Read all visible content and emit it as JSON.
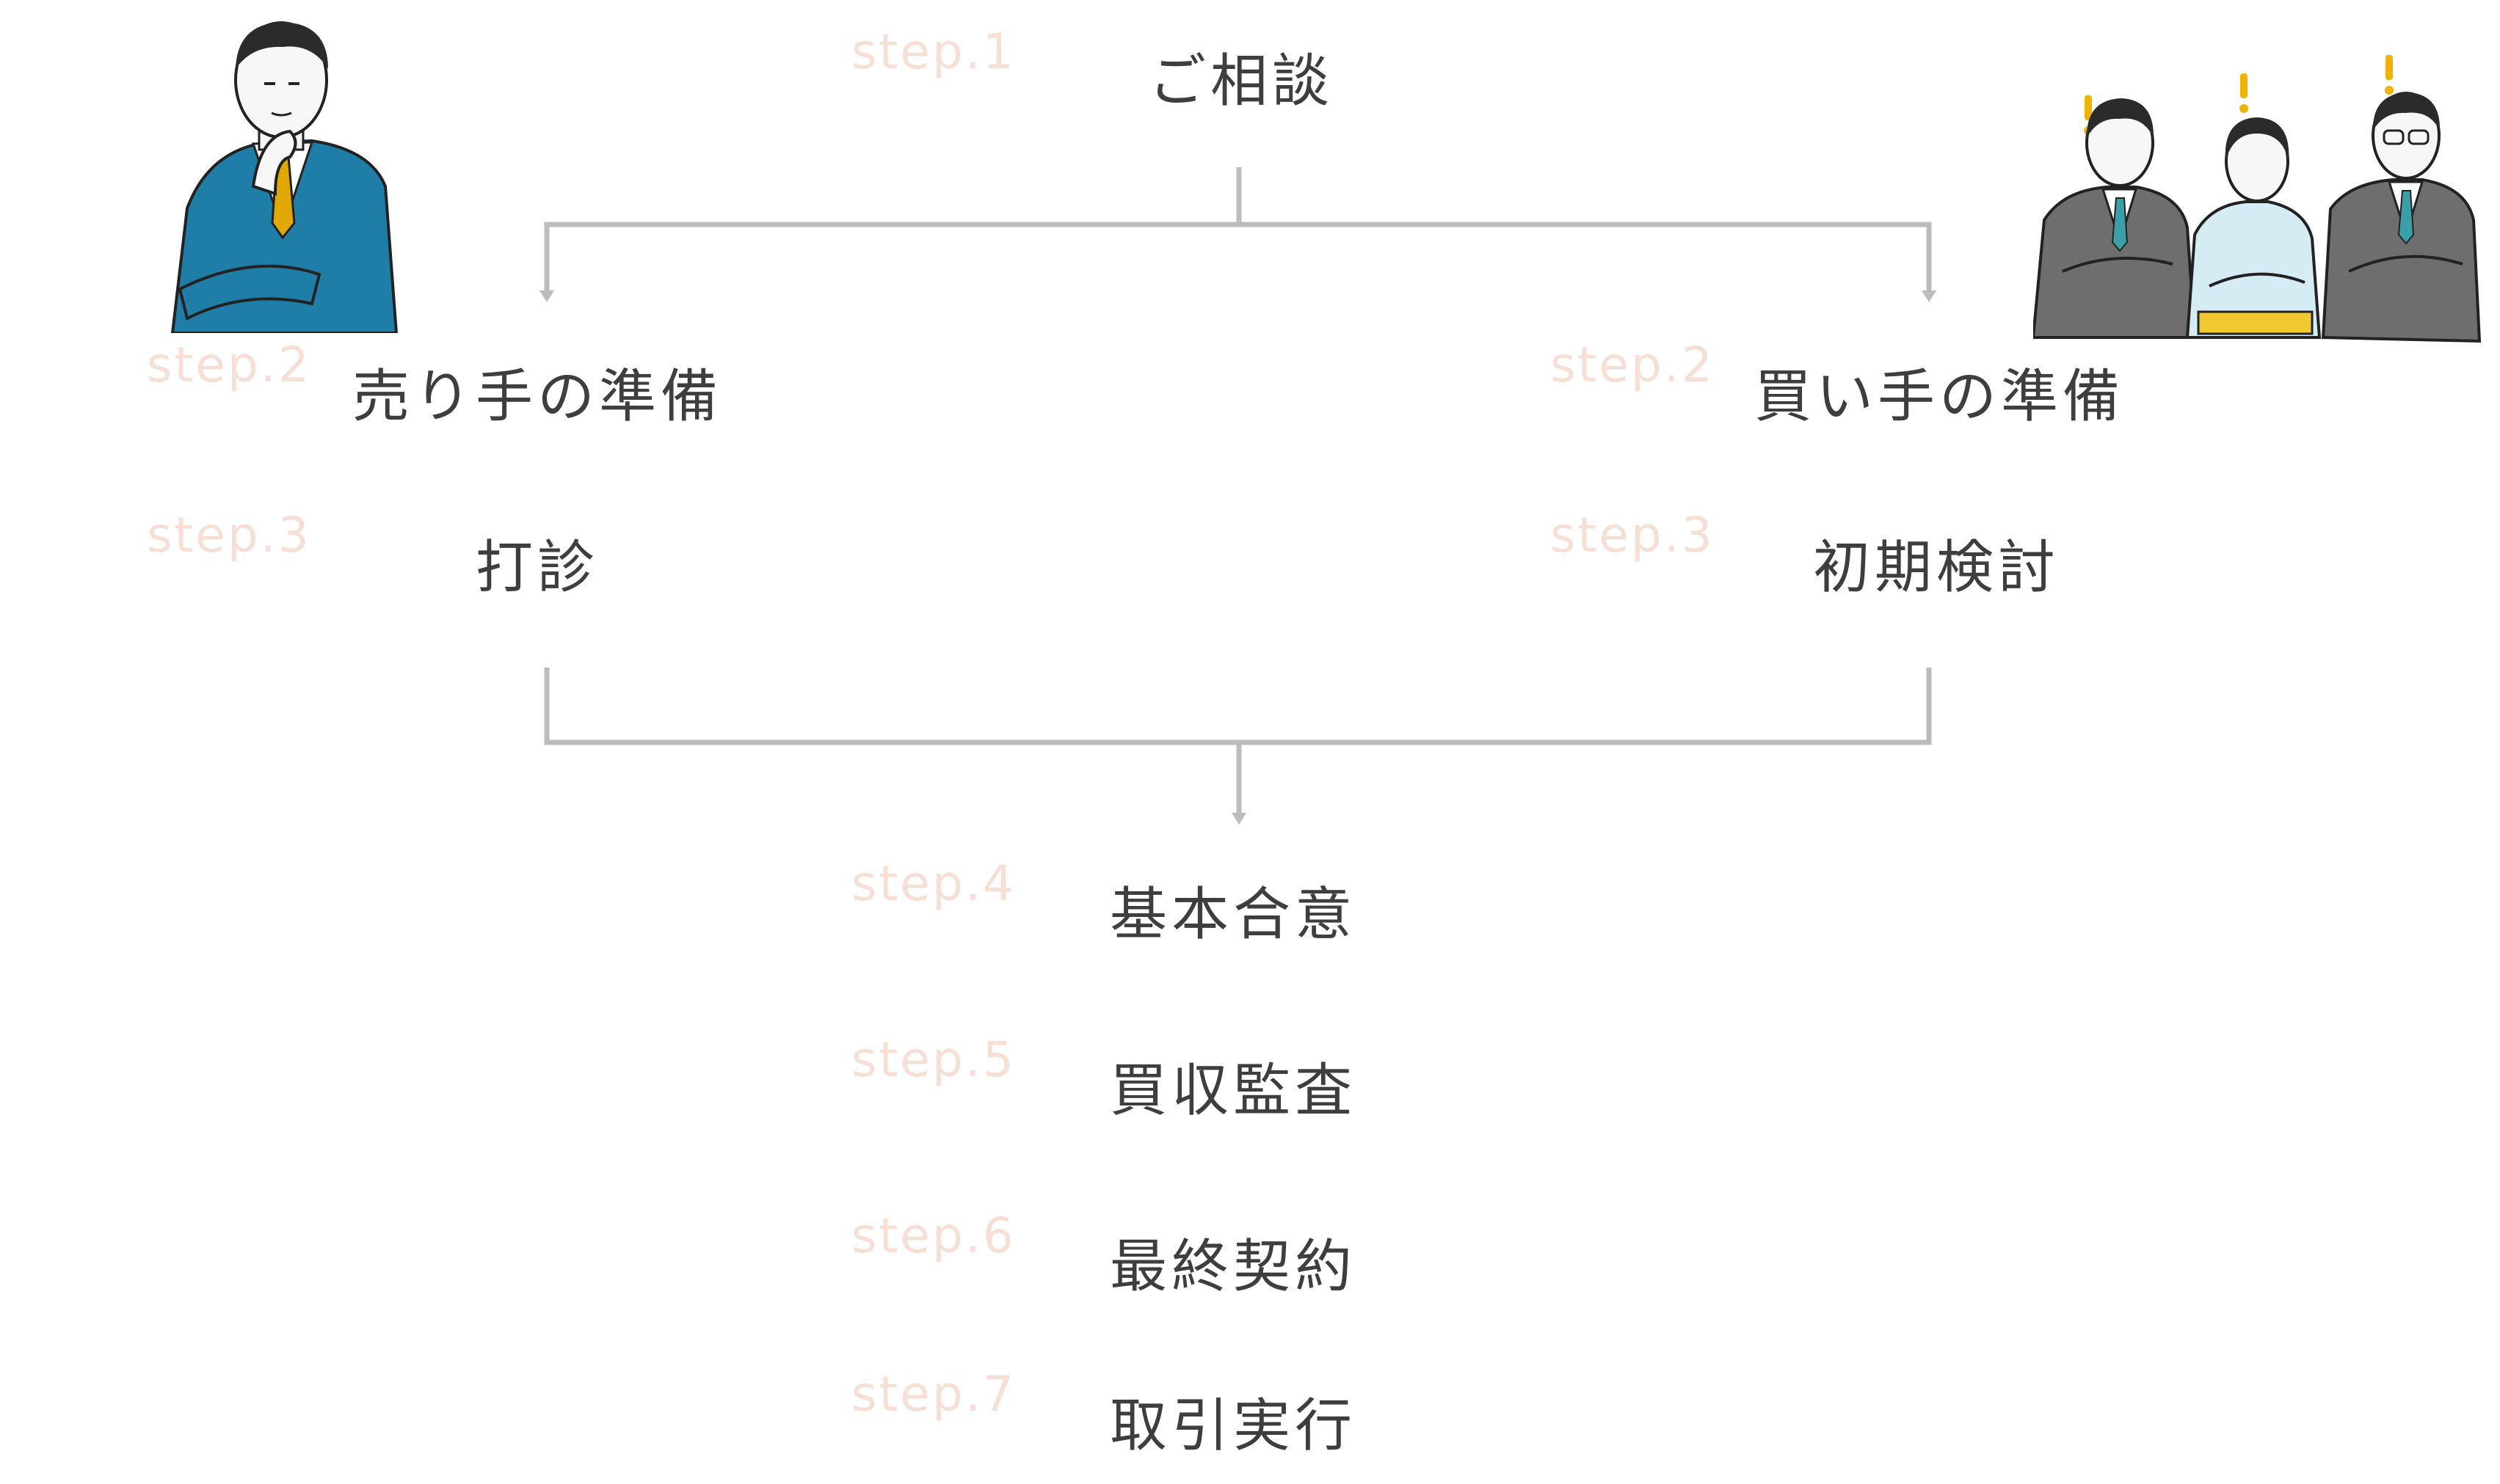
{
  "colors": {
    "step_text": "#f6dfd4",
    "label_text": "#3e3e3e",
    "connector": "#bcbcbc",
    "seller_suit": "#1f7ea8",
    "buyer_suit": "#6e6e6e",
    "exclaim": "#f0b400",
    "tie": "#e0a800"
  },
  "flow": {
    "consult": {
      "step": "step.1",
      "label": "ご相談"
    },
    "seller": {
      "icon": "seller-businessman-illustration",
      "prep": {
        "step": "step.2",
        "label": "売り手の準備"
      },
      "sound": {
        "step": "step.3",
        "label": "打診"
      }
    },
    "buyer": {
      "icon": "buyer-team-illustration",
      "prep": {
        "step": "step.2",
        "label": "買い手の準備"
      },
      "review": {
        "step": "step.3",
        "label": "初期検討"
      }
    },
    "basic": {
      "step": "step.4",
      "label": "基本合意"
    },
    "dd": {
      "step": "step.5",
      "label": "買収監査"
    },
    "final": {
      "step": "step.6",
      "label": "最終契約"
    },
    "closing": {
      "step": "step.7",
      "label": "取引実行"
    }
  }
}
